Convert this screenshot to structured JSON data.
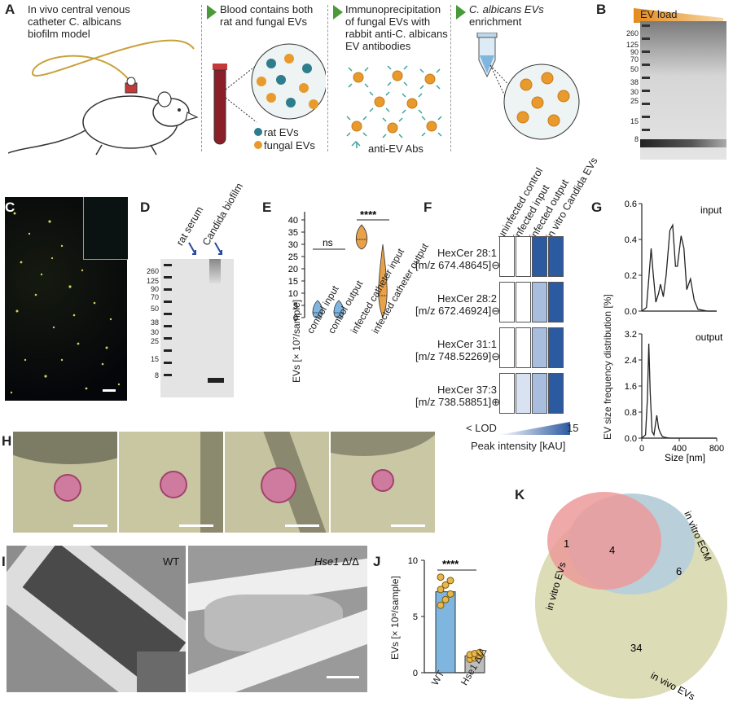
{
  "panels": {
    "A": "A",
    "B": "B",
    "C": "C",
    "D": "D",
    "E": "E",
    "F": "F",
    "G": "G",
    "H": "H",
    "I": "I",
    "J": "J",
    "K": "K"
  },
  "panel_a": {
    "step1": [
      "In vivo central venous",
      "catheter C. albicans",
      "biofilm model"
    ],
    "step2": [
      "Blood contains both",
      "rat and fungal EVs"
    ],
    "step3": [
      "Immunoprecipitation",
      "of fungal EVs with",
      "rabbit anti-C. albicans",
      "EV antibodies"
    ],
    "step4": [
      "C. albicans EVs",
      "enrichment"
    ],
    "legend_rat": "rat EVs",
    "legend_fungal": "fungal EVs",
    "legend_abs": "anti-EV Abs",
    "colors": {
      "rat": "#2e7d8c",
      "fungal": "#e89a2c",
      "arrow": "#4a9a3a"
    }
  },
  "panel_b": {
    "label": "EV load",
    "markers": [
      "260",
      "125",
      "90",
      "70",
      "50",
      "38",
      "30",
      "25",
      "15",
      "8"
    ]
  },
  "panel_d": {
    "lanes": [
      "rat serum",
      "Candida biofilm"
    ],
    "markers": [
      "260",
      "125",
      "90",
      "70",
      "50",
      "38",
      "30",
      "25",
      "15",
      "8"
    ]
  },
  "panel_e": {
    "ylabel": "EVs [× 10⁷/sample]",
    "ns": "ns",
    "stars": "****",
    "yticks": [
      "0",
      "5",
      "10",
      "15",
      "20",
      "25",
      "30",
      "35",
      "40"
    ]
  },
  "panel_f": {
    "columns": [
      "uninfected control",
      "infected input",
      "infected output",
      "in vitro Candida EVs"
    ],
    "rows": [
      {
        "name": "HexCer 28:1",
        "mz": "[m/z 674.48645]",
        "sign": "⊖"
      },
      {
        "name": "HexCer 28:2",
        "mz": "[m/z 672.46924]",
        "sign": "⊖"
      },
      {
        "name": "HexCer 31:1",
        "mz": "[m/z 748.52269]",
        "sign": "⊖"
      },
      {
        "name": "HexCer 37:3",
        "mz": "[m/z 738.58851]",
        "sign": "⊕"
      }
    ],
    "legend_low": "< LOD",
    "legend_high": "15",
    "legend_label": "Peak intensity [kAU]"
  },
  "panel_g": {
    "ylabel": "EV size frequency distribution [%]",
    "xlabel": "Size [nm]",
    "top_label": "input",
    "bottom_label": "output",
    "top_yticks": [
      "0.0",
      "0.2",
      "0.4",
      "0.6"
    ],
    "bottom_yticks": [
      "0.0",
      "0.8",
      "1.6",
      "2.4",
      "3.2"
    ],
    "xticks": [
      "0",
      "400",
      "800"
    ]
  },
  "panel_i": {
    "wt": "WT",
    "mut_gene": "Hse1",
    "mut_suffix": " Δ/Δ"
  },
  "panel_j": {
    "ylabel": "EVs [× 10⁸/sample]",
    "stars": "****",
    "yticks": [
      "0",
      "5",
      "10"
    ],
    "categories": [
      "WT",
      "Hse1 Δ/Δ"
    ]
  },
  "panel_k": {
    "in_vitro_evs": "in vitro EVs",
    "in_vitro_ecm": "in vitro ECM",
    "in_vivo_evs": "in vivo EVs",
    "n1": "1",
    "n4": "4",
    "n6": "6",
    "n34": "34"
  },
  "chart_data": [
    {
      "type": "scatter",
      "panel": "E",
      "ylabel": "EVs [× 10⁷/sample]",
      "ylim": [
        0,
        40
      ],
      "categories": [
        "control input",
        "control output",
        "infected catheter input",
        "infected catheter output"
      ],
      "median_values": [
        2,
        2,
        32,
        9
      ],
      "range": [
        [
          0,
          7
        ],
        [
          0,
          7
        ],
        [
          28,
          38
        ],
        [
          0,
          30
        ]
      ]
    },
    {
      "type": "line",
      "panel": "G-input",
      "ylabel": "EV size frequency distribution [%]",
      "xlabel": "Size [nm]",
      "ylim": [
        0,
        0.6
      ],
      "x": [
        0,
        50,
        70,
        100,
        120,
        150,
        180,
        200,
        230,
        260,
        300,
        330,
        360,
        380,
        420,
        450,
        480,
        520,
        560,
        600,
        700,
        800
      ],
      "y": [
        0,
        0.02,
        0.15,
        0.35,
        0.22,
        0.05,
        0.1,
        0.15,
        0.08,
        0.2,
        0.45,
        0.48,
        0.25,
        0.25,
        0.42,
        0.35,
        0.12,
        0.18,
        0.06,
        0.01,
        0,
        0
      ]
    },
    {
      "type": "line",
      "panel": "G-output",
      "ylabel": "EV size frequency distribution [%]",
      "xlabel": "Size [nm]",
      "ylim": [
        0,
        3.2
      ],
      "x": [
        0,
        40,
        60,
        75,
        90,
        110,
        130,
        160,
        180,
        200,
        220,
        250,
        300,
        400,
        800
      ],
      "y": [
        0,
        0.1,
        1.2,
        2.9,
        1.4,
        0.2,
        0.1,
        0.7,
        0.3,
        0.15,
        0.05,
        0.02,
        0,
        0,
        0
      ]
    },
    {
      "type": "bar",
      "panel": "J",
      "ylabel": "EVs [× 10⁸/sample]",
      "ylim": [
        0,
        10
      ],
      "categories": [
        "WT",
        "Hse1 Δ/Δ"
      ],
      "values": [
        7.2,
        1.5
      ],
      "points": [
        [
          6.0,
          6.5,
          7.0,
          7.4,
          7.8,
          8.2,
          8.5
        ],
        [
          1.2,
          1.3,
          1.5,
          1.6,
          1.7,
          1.8
        ]
      ]
    }
  ]
}
